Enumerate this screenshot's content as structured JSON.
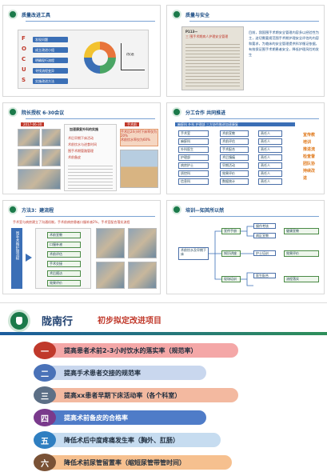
{
  "slides": {
    "s1": {
      "title": "质量改进工具",
      "letters": [
        "F",
        "O",
        "C",
        "U",
        "S"
      ],
      "steps": [
        "发现问题",
        "成立改进小组",
        "明确现行流程",
        "寻找流程变异",
        "实施改进方法"
      ],
      "center_label": "改进",
      "cycle_labels": [
        "PDCA"
      ]
    },
    "s2": {
      "title": "质量与安全",
      "doc_heading": "P113—",
      "doc_subheading": "三 围手术期病人护理安全管理",
      "text": "目前，我国围手术期安全管理内容多以经验性为主，迫切需要规范围手术期护理安全评估的内容和要求，为临床的安全管理提供科学循证依据，有效保证围手术期患者安全，降低护理风险的发生"
    },
    "s3": {
      "title": "院长授权 6-30会议",
      "date": "2017-06-30",
      "doc_title": "加速康复外科的实施",
      "right_tag": "手术前",
      "highlights": [
        "手术后24小时下床率仅为20%",
        "术前饮水率仅为60%"
      ],
      "bullets": [
        "术后早期下床活动",
        "术前饮水与进食时间",
        "围手术期管路管理",
        "术前备皮"
      ]
    },
    "s4": {
      "title": "分工合作 共同推进",
      "subtitle": "麻醉科 外科 护理部 三方协作推进加速康复",
      "left": [
        "手术室",
        "麻醉科",
        "外科医生",
        "护理部",
        "病房护士",
        "质控科",
        "信息科"
      ],
      "mid": [
        "术前宣教",
        "术前评估",
        "手术配合",
        "术后镇痛",
        "早期活动",
        "效果评价",
        "数据统计"
      ],
      "right": [
        "责任人",
        "责任人",
        "责任人",
        "责任人",
        "责任人",
        "责任人",
        "责任人"
      ],
      "side_words": [
        "宣传教",
        "培训",
        "推进流",
        "检查督",
        "团队协",
        "持续改",
        "进"
      ]
    },
    "s5": {
      "title": "方法3：建流程",
      "subtitle": "手术室与病房建立了沟通机制，手术前病房患者口服补液2%，手术室配合落实流程",
      "vertical_label": "围手术期护理流程",
      "flow_items": [
        "术前宣教",
        "口服补液",
        "术前评估",
        "手术交接",
        "术后随访",
        "效果评价"
      ]
    },
    "s6": {
      "title": "培训—知其所以然",
      "center": "术前饮水及早期下床",
      "nodes": [
        "宣传手册",
        "知识讲座",
        "现场培训",
        "操作考核",
        "病区宣教",
        "护士培训",
        "医生配合"
      ],
      "leaves": [
        "健康宣教",
        "效果评价",
        "流程落实"
      ]
    },
    "main": {
      "hospital": "陇南行",
      "title": "初步拟定改进项目",
      "items": [
        {
          "num": "一",
          "text": "提高患者术前2-3小时饮水的落实率（规范率）",
          "num_color": "#c0392b",
          "bar_color": "#f4a7a7"
        },
        {
          "num": "二",
          "text": "提高手术患者交接的规范率",
          "num_color": "#4a72b8",
          "bar_color": "#c9d7ee"
        },
        {
          "num": "三",
          "text": "提高xx患者早期下床活动率（各个科室）",
          "num_color": "#5c6f86",
          "bar_color": "#f3b9a0"
        },
        {
          "num": "四",
          "text": "提高术前备皮的合格率",
          "num_color": "#7a3a8c",
          "bar_color": "#4f7cc8"
        },
        {
          "num": "五",
          "text": "降低术后中度疼痛发生率（胸外、肛肠）",
          "num_color": "#2f7fc1",
          "bar_color": "#c6dcf0"
        },
        {
          "num": "六",
          "text": "降低术前尿管留置率（缩短尿管带管时间）",
          "num_color": "#7a5236",
          "bar_color": "#f6c08f"
        }
      ]
    }
  }
}
